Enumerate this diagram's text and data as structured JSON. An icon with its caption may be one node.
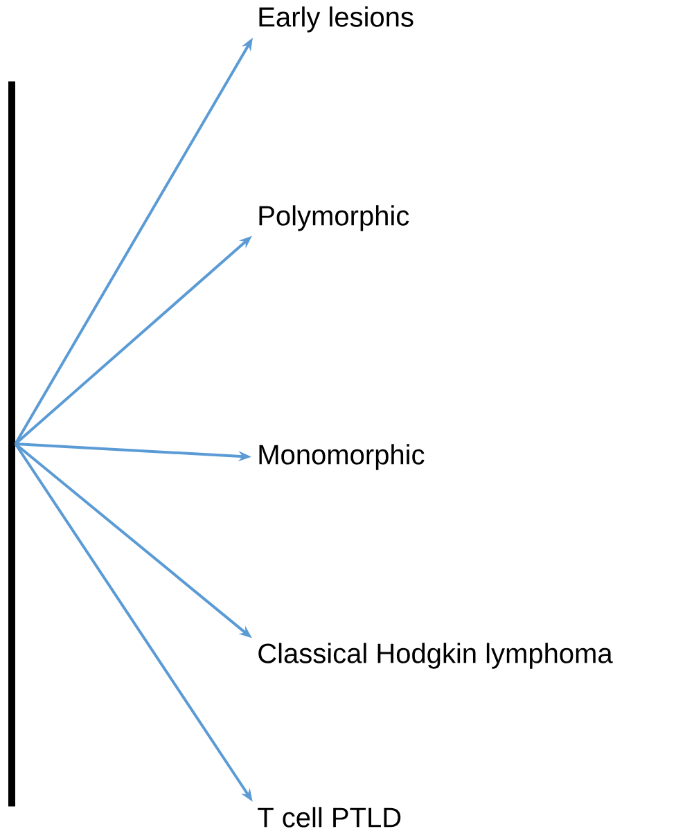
{
  "diagram": {
    "nodes": [
      {
        "text": [],
        "shape": "bar"
      },
      {
        "text": [
          "Early lesions"
        ]
      },
      {
        "text": [
          "Polymorphic"
        ]
      },
      {
        "text": [
          "Monomorphic"
        ]
      },
      {
        "text": [
          "Classical Hodgkin lymphoma"
        ]
      },
      {
        "text": [
          "T cell PTLD"
        ]
      }
    ],
    "edges": [
      {
        "from": 0,
        "to": 1,
        "arrow": "to"
      },
      {
        "from": 0,
        "to": 2,
        "arrow": "to"
      },
      {
        "from": 0,
        "to": 3,
        "arrow": "to"
      },
      {
        "from": 0,
        "to": 4,
        "arrow": "to"
      },
      {
        "from": 0,
        "to": 5,
        "arrow": "to"
      }
    ]
  }
}
